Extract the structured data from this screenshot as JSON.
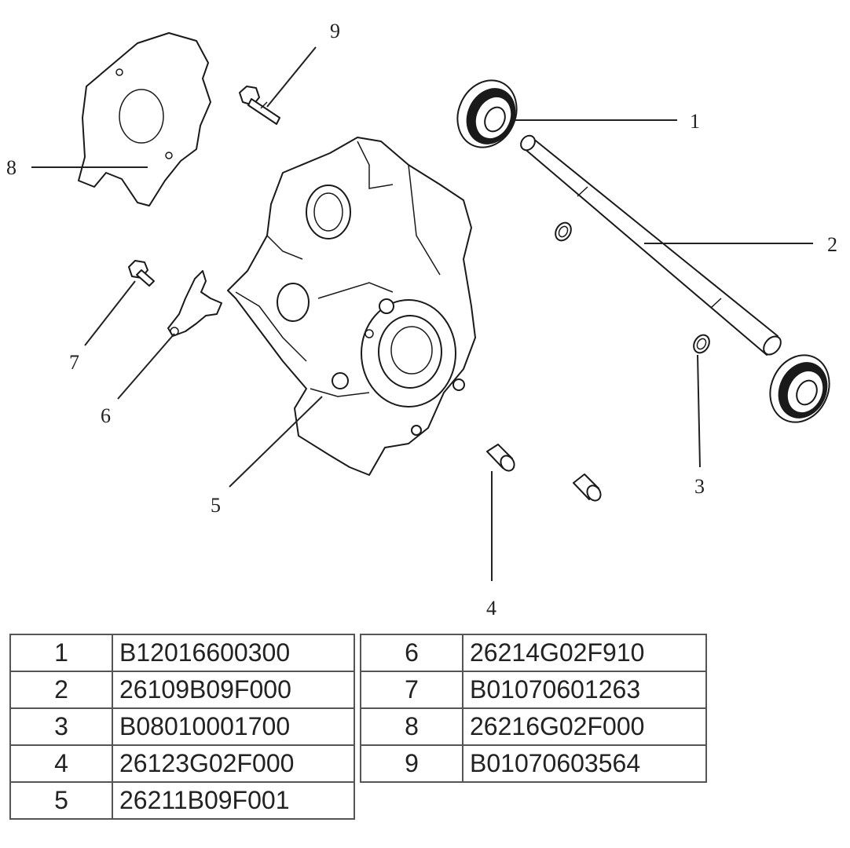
{
  "diagram": {
    "callouts": [
      "1",
      "2",
      "3",
      "4",
      "5",
      "6",
      "7",
      "8",
      "9"
    ]
  },
  "parts_table": {
    "left": [
      {
        "no": "1",
        "part": "B12016600300"
      },
      {
        "no": "2",
        "part": "26109B09F000"
      },
      {
        "no": "3",
        "part": "B08010001700"
      },
      {
        "no": "4",
        "part": "26123G02F000"
      },
      {
        "no": "5",
        "part": "26211B09F001"
      }
    ],
    "right": [
      {
        "no": "6",
        "part": "26214G02F910"
      },
      {
        "no": "7",
        "part": "B01070601263"
      },
      {
        "no": "8",
        "part": "26216G02F000"
      },
      {
        "no": "9",
        "part": "B01070603564"
      }
    ]
  }
}
